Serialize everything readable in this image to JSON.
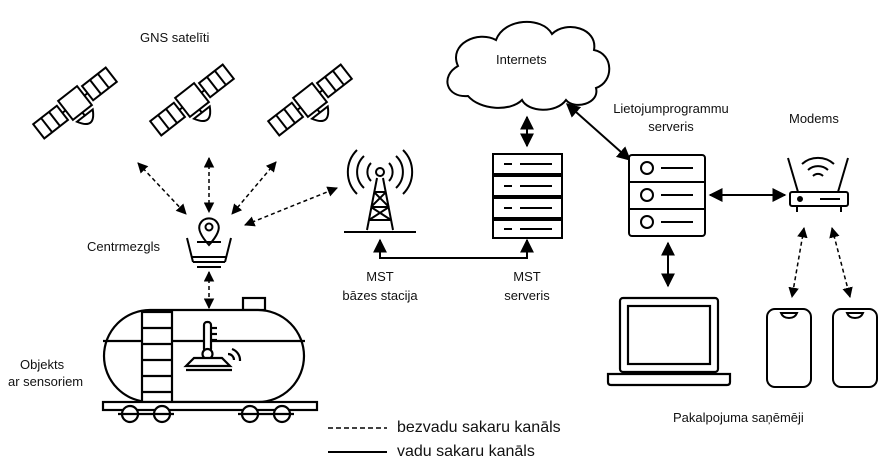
{
  "labels": {
    "gns": "GNS satelīti",
    "internet": "Internets",
    "app_server_line1": "Lietojumprogrammu",
    "app_server_line2": "serveris",
    "modem": "Modems",
    "hub": "Centrmezgls",
    "mst_base_line1": "MST",
    "mst_base_line2": "bāzes stacija",
    "mst_server_line1": "MST",
    "mst_server_line2": "serveris",
    "object_line1": "Objekts",
    "object_line2": "ar sensoriem",
    "receivers": "Pakalpojuma saņēmēji"
  },
  "legend": {
    "wireless": "bezvadu sakaru kanāls",
    "wired": "vadu sakaru kanāls"
  }
}
